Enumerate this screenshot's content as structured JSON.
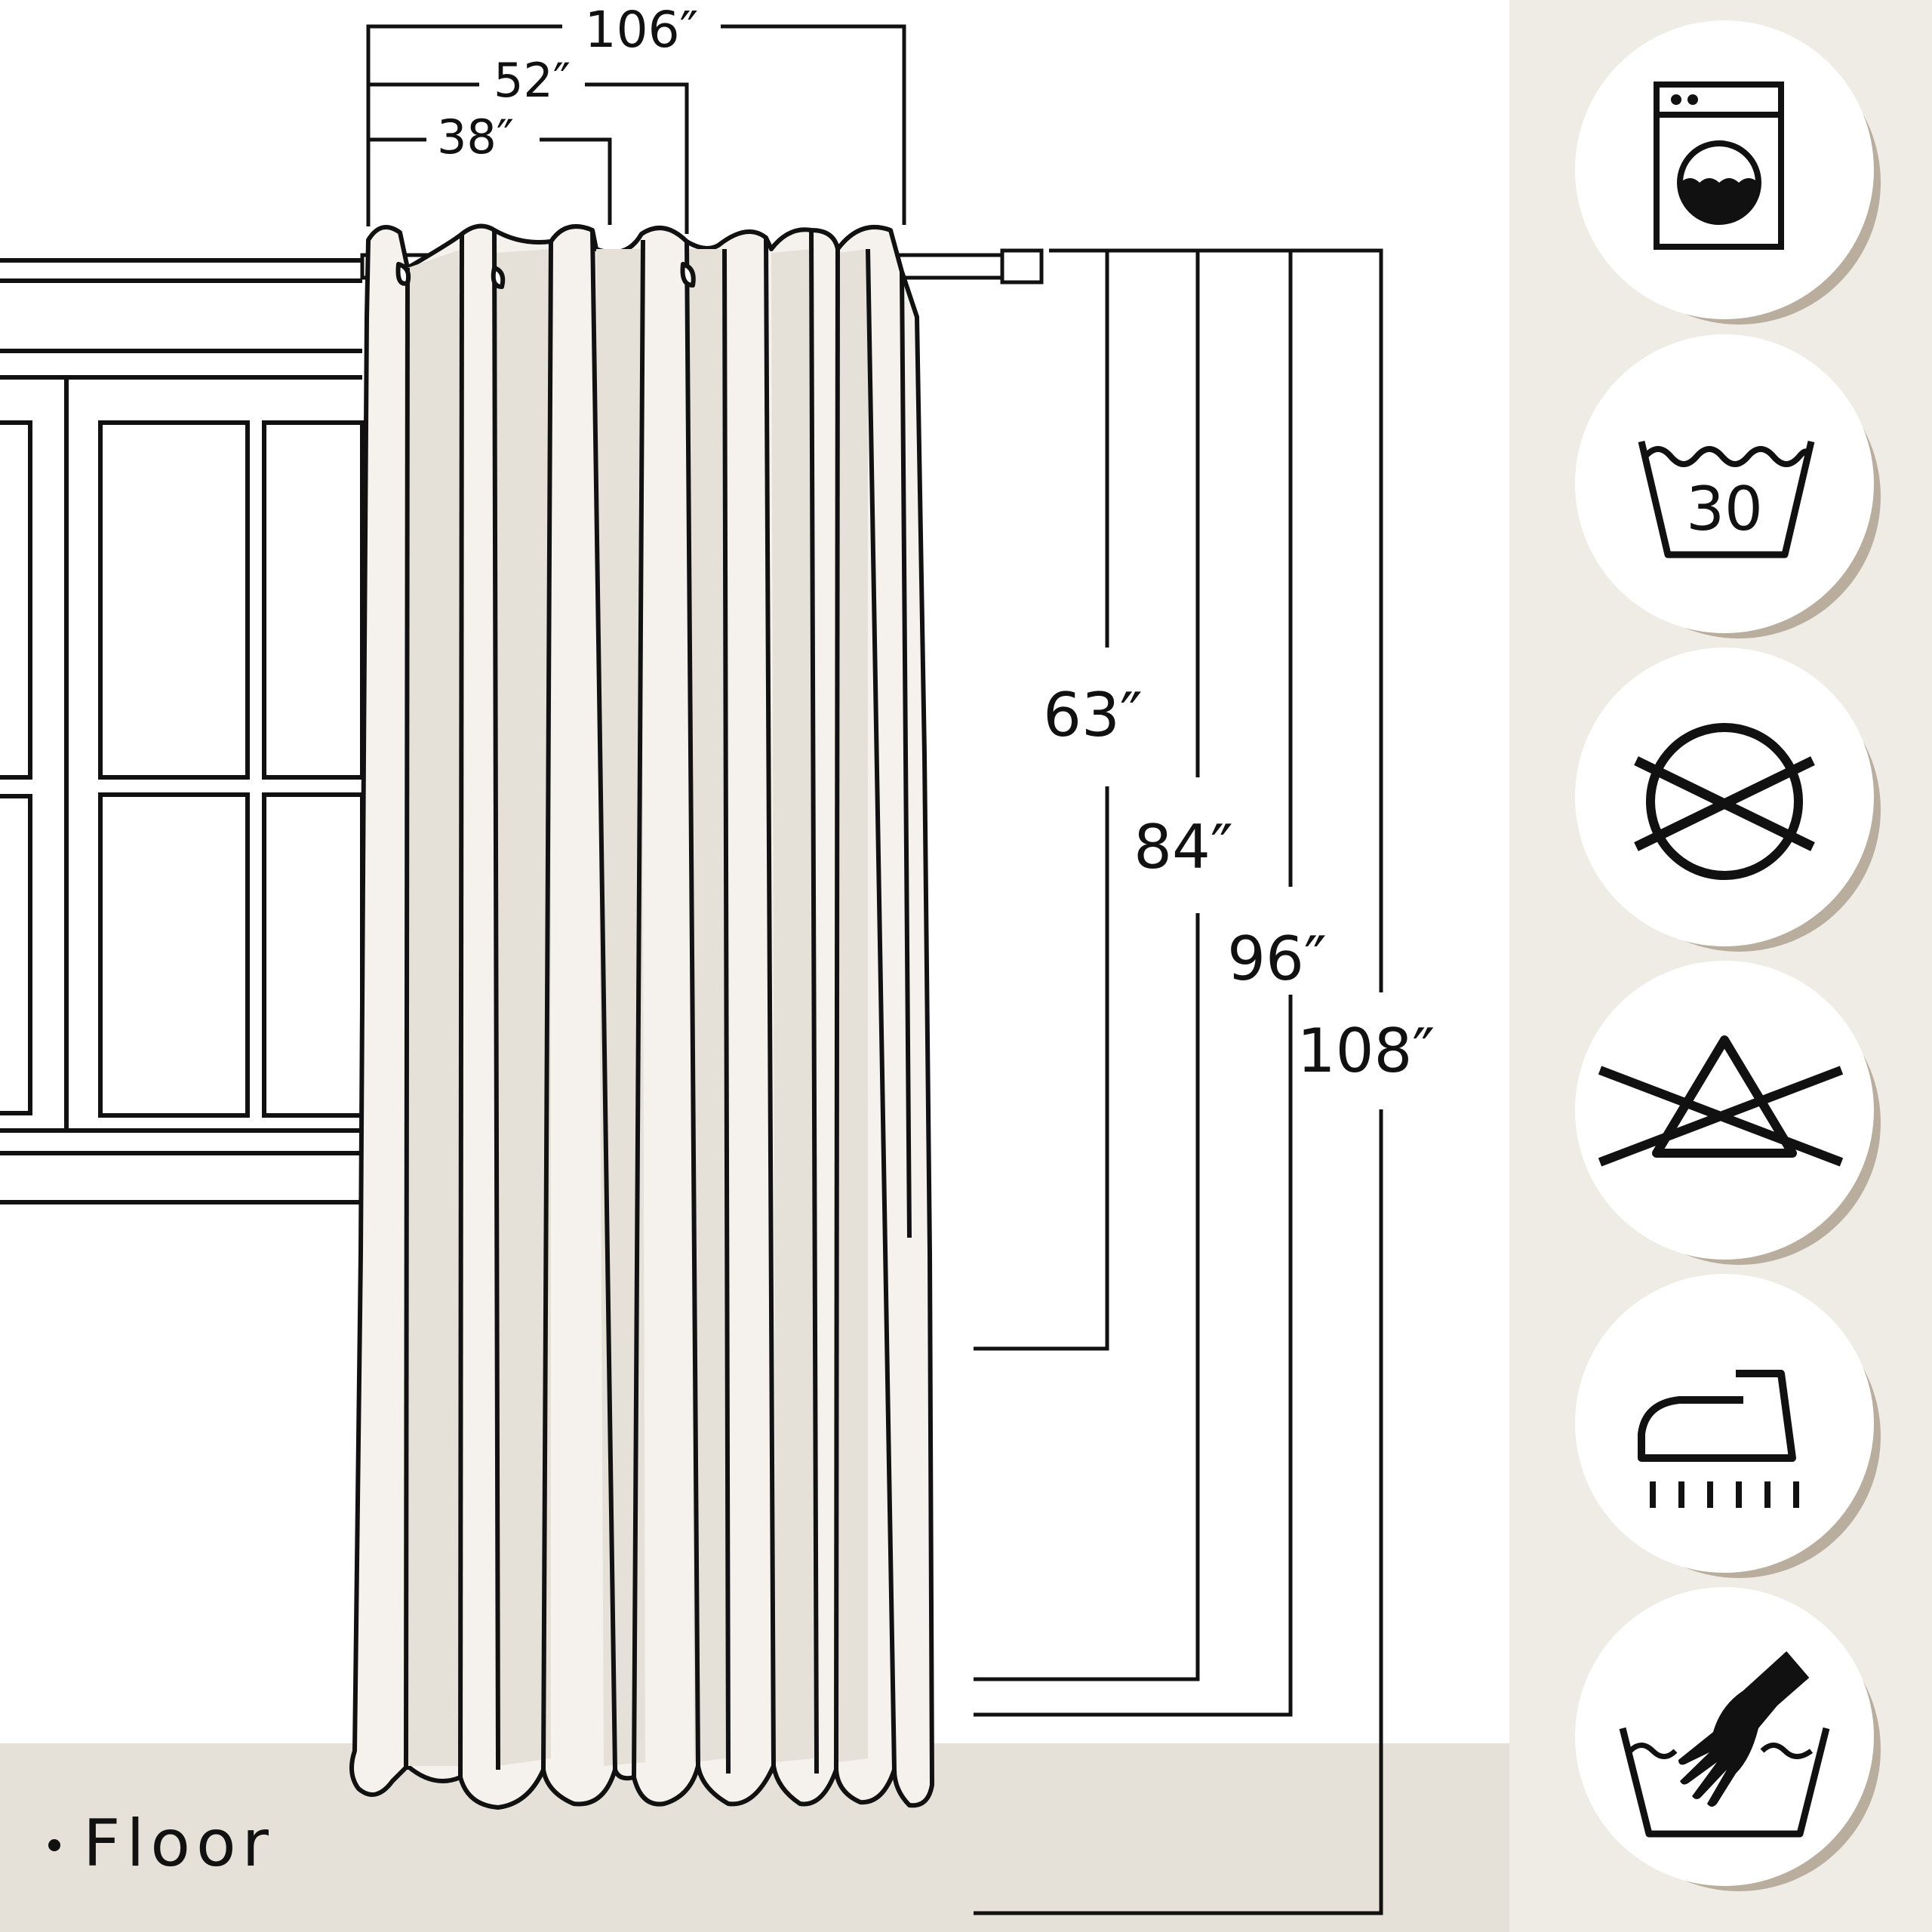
{
  "colors": {
    "background": "#ffffff",
    "floor": "#e6e1d8",
    "sidebar": "#efece6",
    "curtain_light": "#f5f2ed",
    "curtain_shadow": "#e6e1d8",
    "line": "#111111",
    "icon_disc_shadow": "#b9ad9d"
  },
  "dimensions": {
    "widths": [
      {
        "label": "106″",
        "value": 106
      },
      {
        "label": "52″",
        "value": 52
      },
      {
        "label": "38″",
        "value": 38
      }
    ],
    "lengths": [
      {
        "label": "63″",
        "value": 63
      },
      {
        "label": "84″",
        "value": 84
      },
      {
        "label": "96″",
        "value": 96
      },
      {
        "label": "108″",
        "value": 108
      }
    ]
  },
  "floor_label": "Floor",
  "care_icons": [
    {
      "icon": "machine-wash-icon"
    },
    {
      "icon": "wash-30-icon",
      "label": "30"
    },
    {
      "icon": "do-not-tumble-dry-icon"
    },
    {
      "icon": "do-not-bleach-icon"
    },
    {
      "icon": "iron-icon"
    },
    {
      "icon": "hand-wash-icon"
    }
  ]
}
